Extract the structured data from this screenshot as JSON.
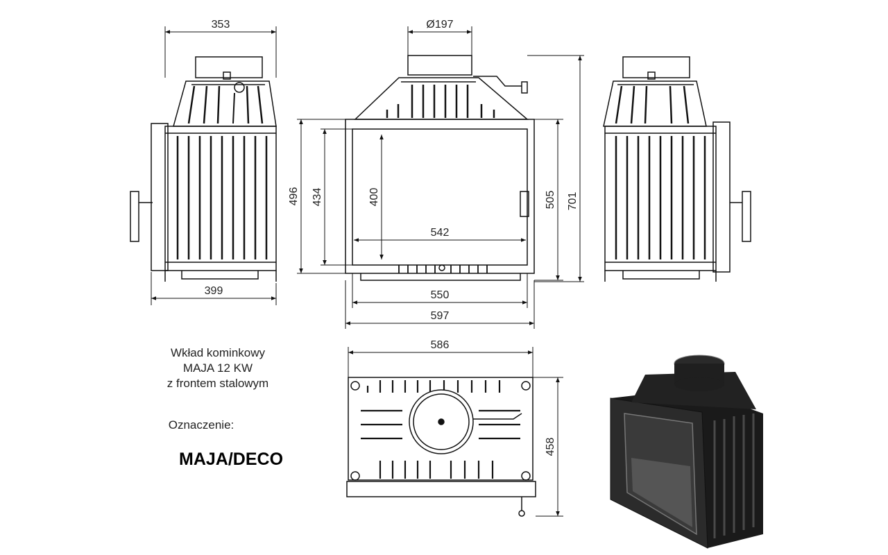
{
  "dimensions": {
    "side_width_top": "353",
    "side_depth_bottom": "399",
    "flue_diameter": "Ø197",
    "front_height_outer": "496",
    "front_height_inner": "434",
    "glass_height": "400",
    "glass_width": "542",
    "frame_width": "550",
    "overall_width": "597",
    "body_height": "505",
    "total_height": "701",
    "top_width": "586",
    "top_depth": "458"
  },
  "caption": {
    "line1": "Wkład kominkowy",
    "line2": "MAJA 12 KW",
    "line3": "z frontem stalowym"
  },
  "designation_label": "Oznaczenie:",
  "designation": "MAJA/DECO"
}
